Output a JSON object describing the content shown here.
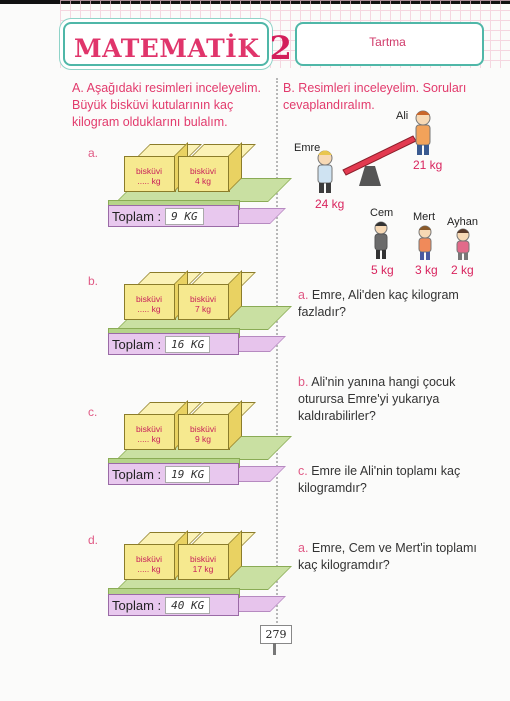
{
  "header": {
    "subject": "MATEMATİK",
    "grade": "2",
    "topic": "Tartma"
  },
  "section_a": {
    "letter": "A.",
    "instruction": "Aşağıdaki resimleri inceleyelim. Büyük bisküvi kutularının kaç kilogram olduklarını bulalım.",
    "items": [
      {
        "letter": "a.",
        "box1_name": "bisküvi",
        "box1_weight": "..... kg",
        "box2_name": "bisküvi",
        "box2_weight": "4 kg",
        "total_label": "Toplam :",
        "total_value": "9 KG"
      },
      {
        "letter": "b.",
        "box1_name": "bisküvi",
        "box1_weight": "..... kg",
        "box2_name": "bisküvi",
        "box2_weight": "7 kg",
        "total_label": "Toplam :",
        "total_value": "16 KG"
      },
      {
        "letter": "c.",
        "box1_name": "bisküvi",
        "box1_weight": "..... kg",
        "box2_name": "bisküvi",
        "box2_weight": "9 kg",
        "total_label": "Toplam :",
        "total_value": "19 KG"
      },
      {
        "letter": "d.",
        "box1_name": "bisküvi",
        "box1_weight": "..... kg",
        "box2_name": "bisküvi",
        "box2_weight": "17 kg",
        "total_label": "Toplam :",
        "total_value": "40 KG"
      }
    ]
  },
  "section_b": {
    "letter": "B.",
    "instruction": "Resimleri inceleyelim. Soruları cevaplandıralım.",
    "children": [
      {
        "name": "Emre",
        "weight": "24 kg"
      },
      {
        "name": "Ali",
        "weight": "21 kg"
      },
      {
        "name": "Cem",
        "weight": "5 kg"
      },
      {
        "name": "Mert",
        "weight": "3 kg"
      },
      {
        "name": "Ayhan",
        "weight": "2 kg"
      }
    ],
    "questions": [
      {
        "letter": "a.",
        "text": "Emre, Ali'den kaç kilogram fazladır?"
      },
      {
        "letter": "b.",
        "text": "Ali'nin yanına hangi çocuk oturursa Emre'yi yukarıya kaldırabilirler?"
      },
      {
        "letter": "c.",
        "text": "Emre ile Ali'nin toplamı kaç kilogramdır?"
      },
      {
        "letter": "a.",
        "text": "Emre, Cem ve Mert'in toplamı kaç kilogramdır?"
      }
    ]
  },
  "page_number": "279"
}
